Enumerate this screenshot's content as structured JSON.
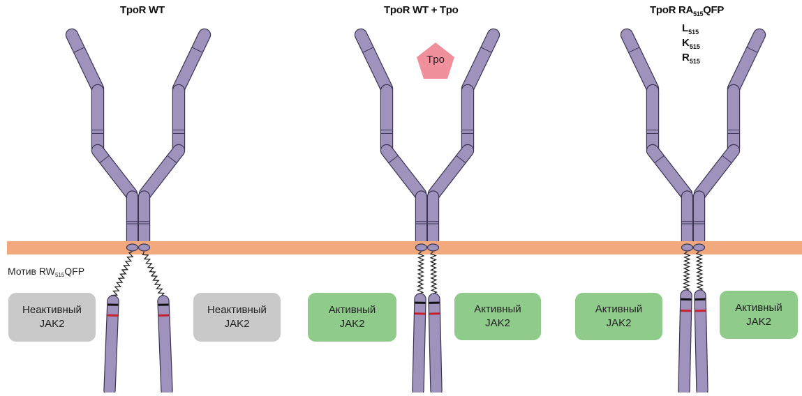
{
  "panels": [
    {
      "title": "TpoR WT"
    },
    {
      "title": "TpoR WT + Tpo",
      "ligand": "Tpo"
    },
    {
      "title_pre": "TpoR RA",
      "title_sub": "515",
      "title_post": "QFP",
      "mutations": [
        {
          "letter": "L",
          "sub": "515"
        },
        {
          "letter": "K",
          "sub": "515"
        },
        {
          "letter": "R",
          "sub": "515"
        }
      ]
    }
  ],
  "motif": {
    "pre": "Мотив RW",
    "sub": "515",
    "post": "QFP"
  },
  "jak_boxes": [
    {
      "line1": "Неактивный",
      "line2": "JAK2",
      "state": "inactive"
    },
    {
      "line1": "Неактивный",
      "line2": "JAK2",
      "state": "inactive"
    },
    {
      "line1": "Активный",
      "line2": "JAK2",
      "state": "active"
    },
    {
      "line1": "Активный",
      "line2": "JAK2",
      "state": "active"
    },
    {
      "line1": "Активный",
      "line2": "JAK2",
      "state": "active"
    },
    {
      "line1": "Активный",
      "line2": "JAK2",
      "state": "active"
    }
  ],
  "colors": {
    "receptor": "#9f93bd",
    "receptor_stroke": "#3a3352",
    "membrane": "#f2a97e",
    "ligand": "#f0909c",
    "inactive_jak": "#c9c9c9",
    "active_jak": "#8fcb8b",
    "red_band": "#c8202e"
  }
}
